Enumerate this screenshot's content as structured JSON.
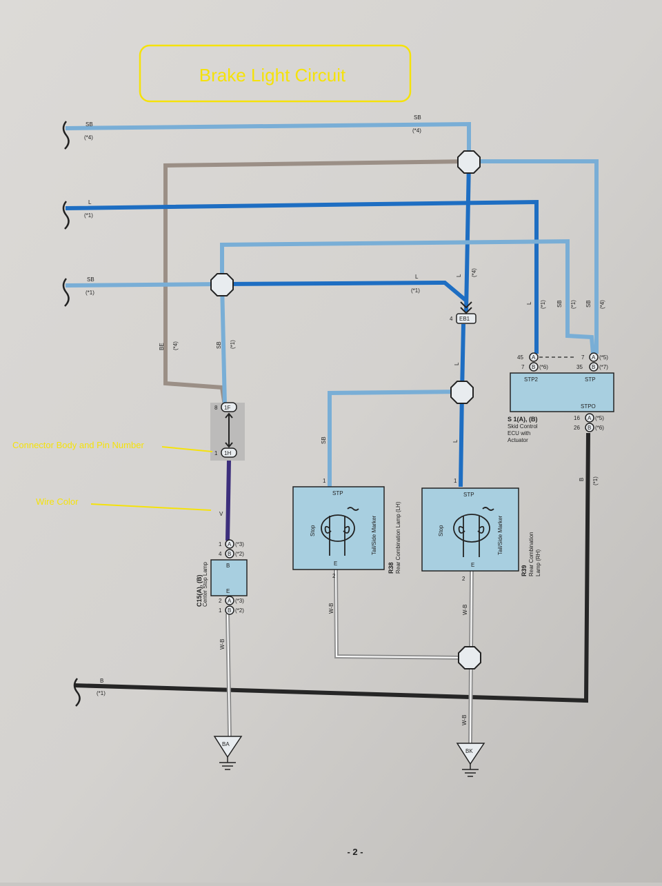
{
  "title": "Brake Light Circuit",
  "annotations": {
    "connector": "Connector Body and Pin Number",
    "wire_color": "Wire Color"
  },
  "page_number": "- 2 -",
  "wires": {
    "sb4": {
      "color": "SB",
      "note": "(*4)"
    },
    "l1": {
      "color": "L",
      "note": "(*1)"
    },
    "sb1": {
      "color": "SB",
      "note": "(*1)"
    },
    "b1": {
      "color": "B",
      "note": "(*1)"
    },
    "top_right_sb": {
      "color": "SB",
      "note": "(*4)"
    },
    "mid_l": {
      "color": "L",
      "note": "(*1)"
    },
    "vert_l4": {
      "color": "L",
      "note": "(*4)"
    },
    "be": {
      "color": "BE",
      "note": "(*4)"
    },
    "sb_vert": {
      "color": "SB",
      "note": "(*1)"
    },
    "l_right": {
      "color": "L",
      "note": "(*1)"
    },
    "sb_r1": {
      "color": "SB",
      "note": "(*1)"
    },
    "sb_r4": {
      "color": "SB",
      "note": "(*4)"
    },
    "v": {
      "color": "V"
    },
    "l_eb1": {
      "color": "L"
    },
    "l_r39": {
      "color": "L"
    },
    "sb_r38": {
      "color": "SB"
    },
    "wb_c15": {
      "color": "W-B"
    },
    "wb_r38": {
      "color": "W-B"
    },
    "wb_r39": {
      "color": "W-B"
    },
    "wb_ground": {
      "color": "W-B"
    },
    "b_ecu": {
      "color": "B",
      "note": "(*1)"
    }
  },
  "connectors": {
    "eb1": {
      "pin": "4",
      "name": "EB1"
    },
    "f1": {
      "pin": "8",
      "name": "1F"
    },
    "h1": {
      "pin": "1",
      "name": "1H"
    }
  },
  "ecu": {
    "code": "S 1(A), (B)",
    "name_line1": "Skid Control",
    "name_line2": "ECU with",
    "name_line3": "Actuator",
    "stp2": "STP2",
    "stp": "STP",
    "stpo": "STPO",
    "pin45": "45",
    "pin45_conn": "A",
    "pin7l": "7",
    "pin7l_conn": "B",
    "pin7l_note": "(*6)",
    "pin7r": "7",
    "pin7r_conn": "A",
    "pin7r_note": "(*5)",
    "pin35": "35",
    "pin35_conn": "B",
    "pin35_note": "(*7)",
    "pin16": "16",
    "pin16_conn": "A",
    "pin16_note": "(*5)",
    "pin26": "26",
    "pin26_conn": "B",
    "pin26_note": "(*6)"
  },
  "center_lamp": {
    "code": "C15(A), (B)",
    "name": "Center Stop Lamp",
    "b": "B",
    "e": "E",
    "pin1": "1",
    "pin1_conn": "A",
    "pin1_note": "(*3)",
    "pin4": "4",
    "pin4_conn": "B",
    "pin4_note": "(*2)",
    "pin2": "2",
    "pin2_conn": "A",
    "pin2_note": "(*3)",
    "pin1b": "1",
    "pin1b_conn": "B",
    "pin1b_note": "(*2)"
  },
  "r38": {
    "code": "R38",
    "name": "Rear Combination Lamp (LH)",
    "stp": "STP",
    "e": "E",
    "stop": "Stop",
    "tail": "Tail/Side Marker",
    "pin_top": "1",
    "pin_bottom": "2"
  },
  "r39": {
    "code": "R39",
    "name_line1": "Rear Combination",
    "name_line2": "Lamp (RH)",
    "stp": "STP",
    "e": "E",
    "stop": "Stop",
    "tail": "Tail/Side Marker",
    "pin_top": "1",
    "pin_bottom": "2"
  },
  "grounds": {
    "ba": "BA",
    "bk": "BK"
  },
  "colors": {
    "sb": "#79aed6",
    "l": "#1e6ec2",
    "be": "#9b8f86",
    "v": "#3d2f7c",
    "b": "#262626",
    "wb": "#8f8f8f",
    "box": "#a8cfe0",
    "annotation": "#f5e20a"
  }
}
